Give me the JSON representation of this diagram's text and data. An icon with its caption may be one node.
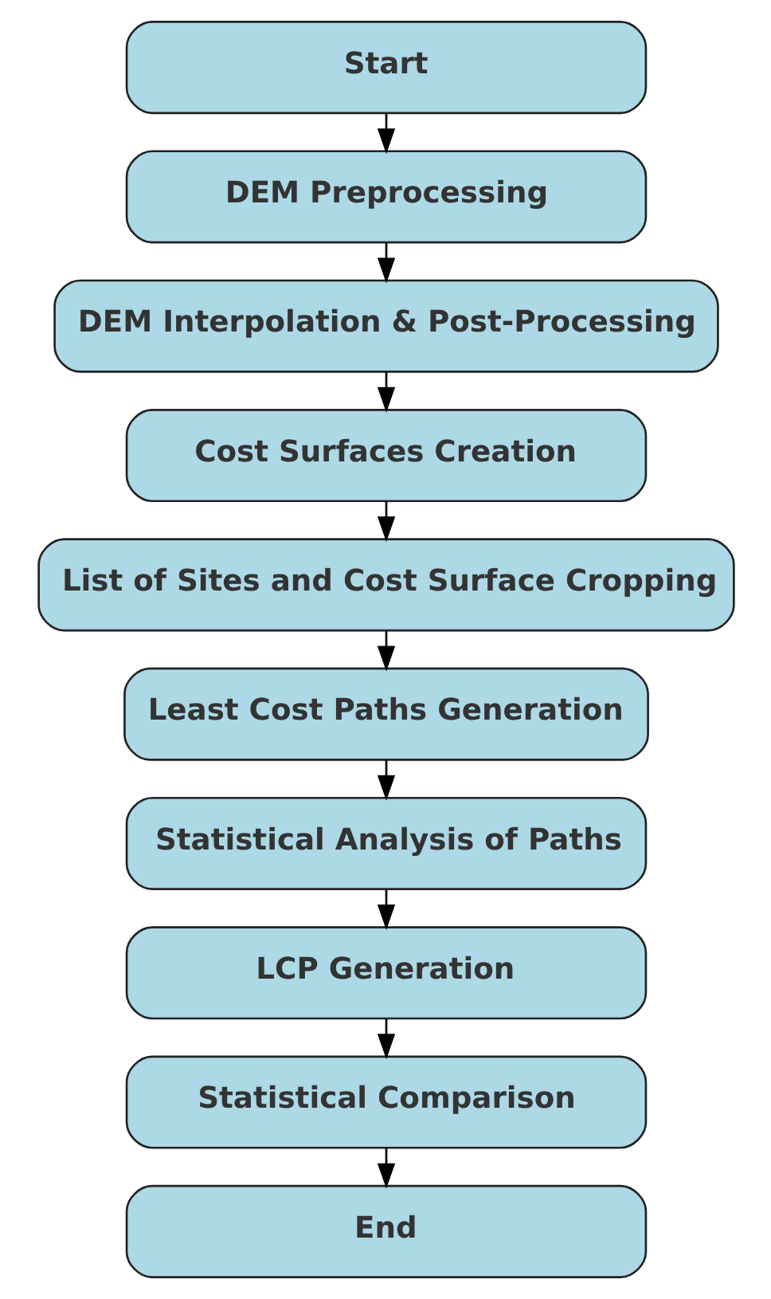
{
  "diagram": {
    "nodes": [
      {
        "text": [
          "Start"
        ]
      },
      {
        "text": [
          "DEM Preprocessing"
        ]
      },
      {
        "text": [
          "DEM Interpolation & Post-Processing"
        ]
      },
      {
        "text": [
          "Cost Surfaces Creation"
        ]
      },
      {
        "text": [
          "List of Sites and Cost Surface Cropping"
        ]
      },
      {
        "text": [
          "Least Cost Paths Generation"
        ]
      },
      {
        "text": [
          "Statistical Analysis of Paths"
        ]
      },
      {
        "text": [
          "LCP Generation"
        ]
      },
      {
        "text": [
          "Statistical Comparison"
        ]
      },
      {
        "text": [
          "End"
        ]
      }
    ],
    "edges": [
      {
        "from": 0,
        "to": 1,
        "arrow": "to"
      },
      {
        "from": 1,
        "to": 2,
        "arrow": "to"
      },
      {
        "from": 2,
        "to": 3,
        "arrow": "to"
      },
      {
        "from": 3,
        "to": 4,
        "arrow": "to"
      },
      {
        "from": 4,
        "to": 5,
        "arrow": "to"
      },
      {
        "from": 5,
        "to": 6,
        "arrow": "to"
      },
      {
        "from": 6,
        "to": 7,
        "arrow": "to"
      },
      {
        "from": 7,
        "to": 8,
        "arrow": "to"
      },
      {
        "from": 8,
        "to": 9,
        "arrow": "to"
      }
    ]
  }
}
